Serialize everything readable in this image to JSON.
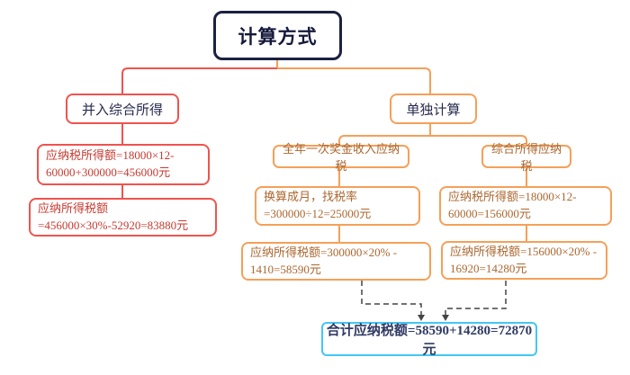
{
  "root": {
    "label": "计算方式"
  },
  "branches": {
    "merge": {
      "label": "并入综合所得",
      "steps": [
        "应纳税所得额=18000×12-60000+300000=456000元",
        "应纳所得税额=456000×30%-52920=83880元"
      ]
    },
    "separate": {
      "label": "单独计算",
      "bonus": {
        "label": "全年一次奖金收入应纳税",
        "steps": [
          "换算成月，找税率=300000÷12=25000元",
          "应纳所得税额=300000×20% - 1410=58590元"
        ]
      },
      "comprehensive": {
        "label": "综合所得应纳税",
        "steps": [
          "应纳税所得额=18000×12-60000=156000元",
          "应纳所得税额=156000×20% - 16920=14280元"
        ]
      }
    }
  },
  "total": {
    "label": "合计应纳税额=58590+14280=72870元"
  },
  "colors": {
    "root_border": "#1b2140",
    "red_border": "#f0534e",
    "red_text": "#c53b31",
    "orange_border": "#f5a058",
    "orange_text": "#ab672f",
    "cyan_border": "#41c7f5",
    "navy_text": "#2f3a63",
    "dashed_line": "#444444"
  }
}
